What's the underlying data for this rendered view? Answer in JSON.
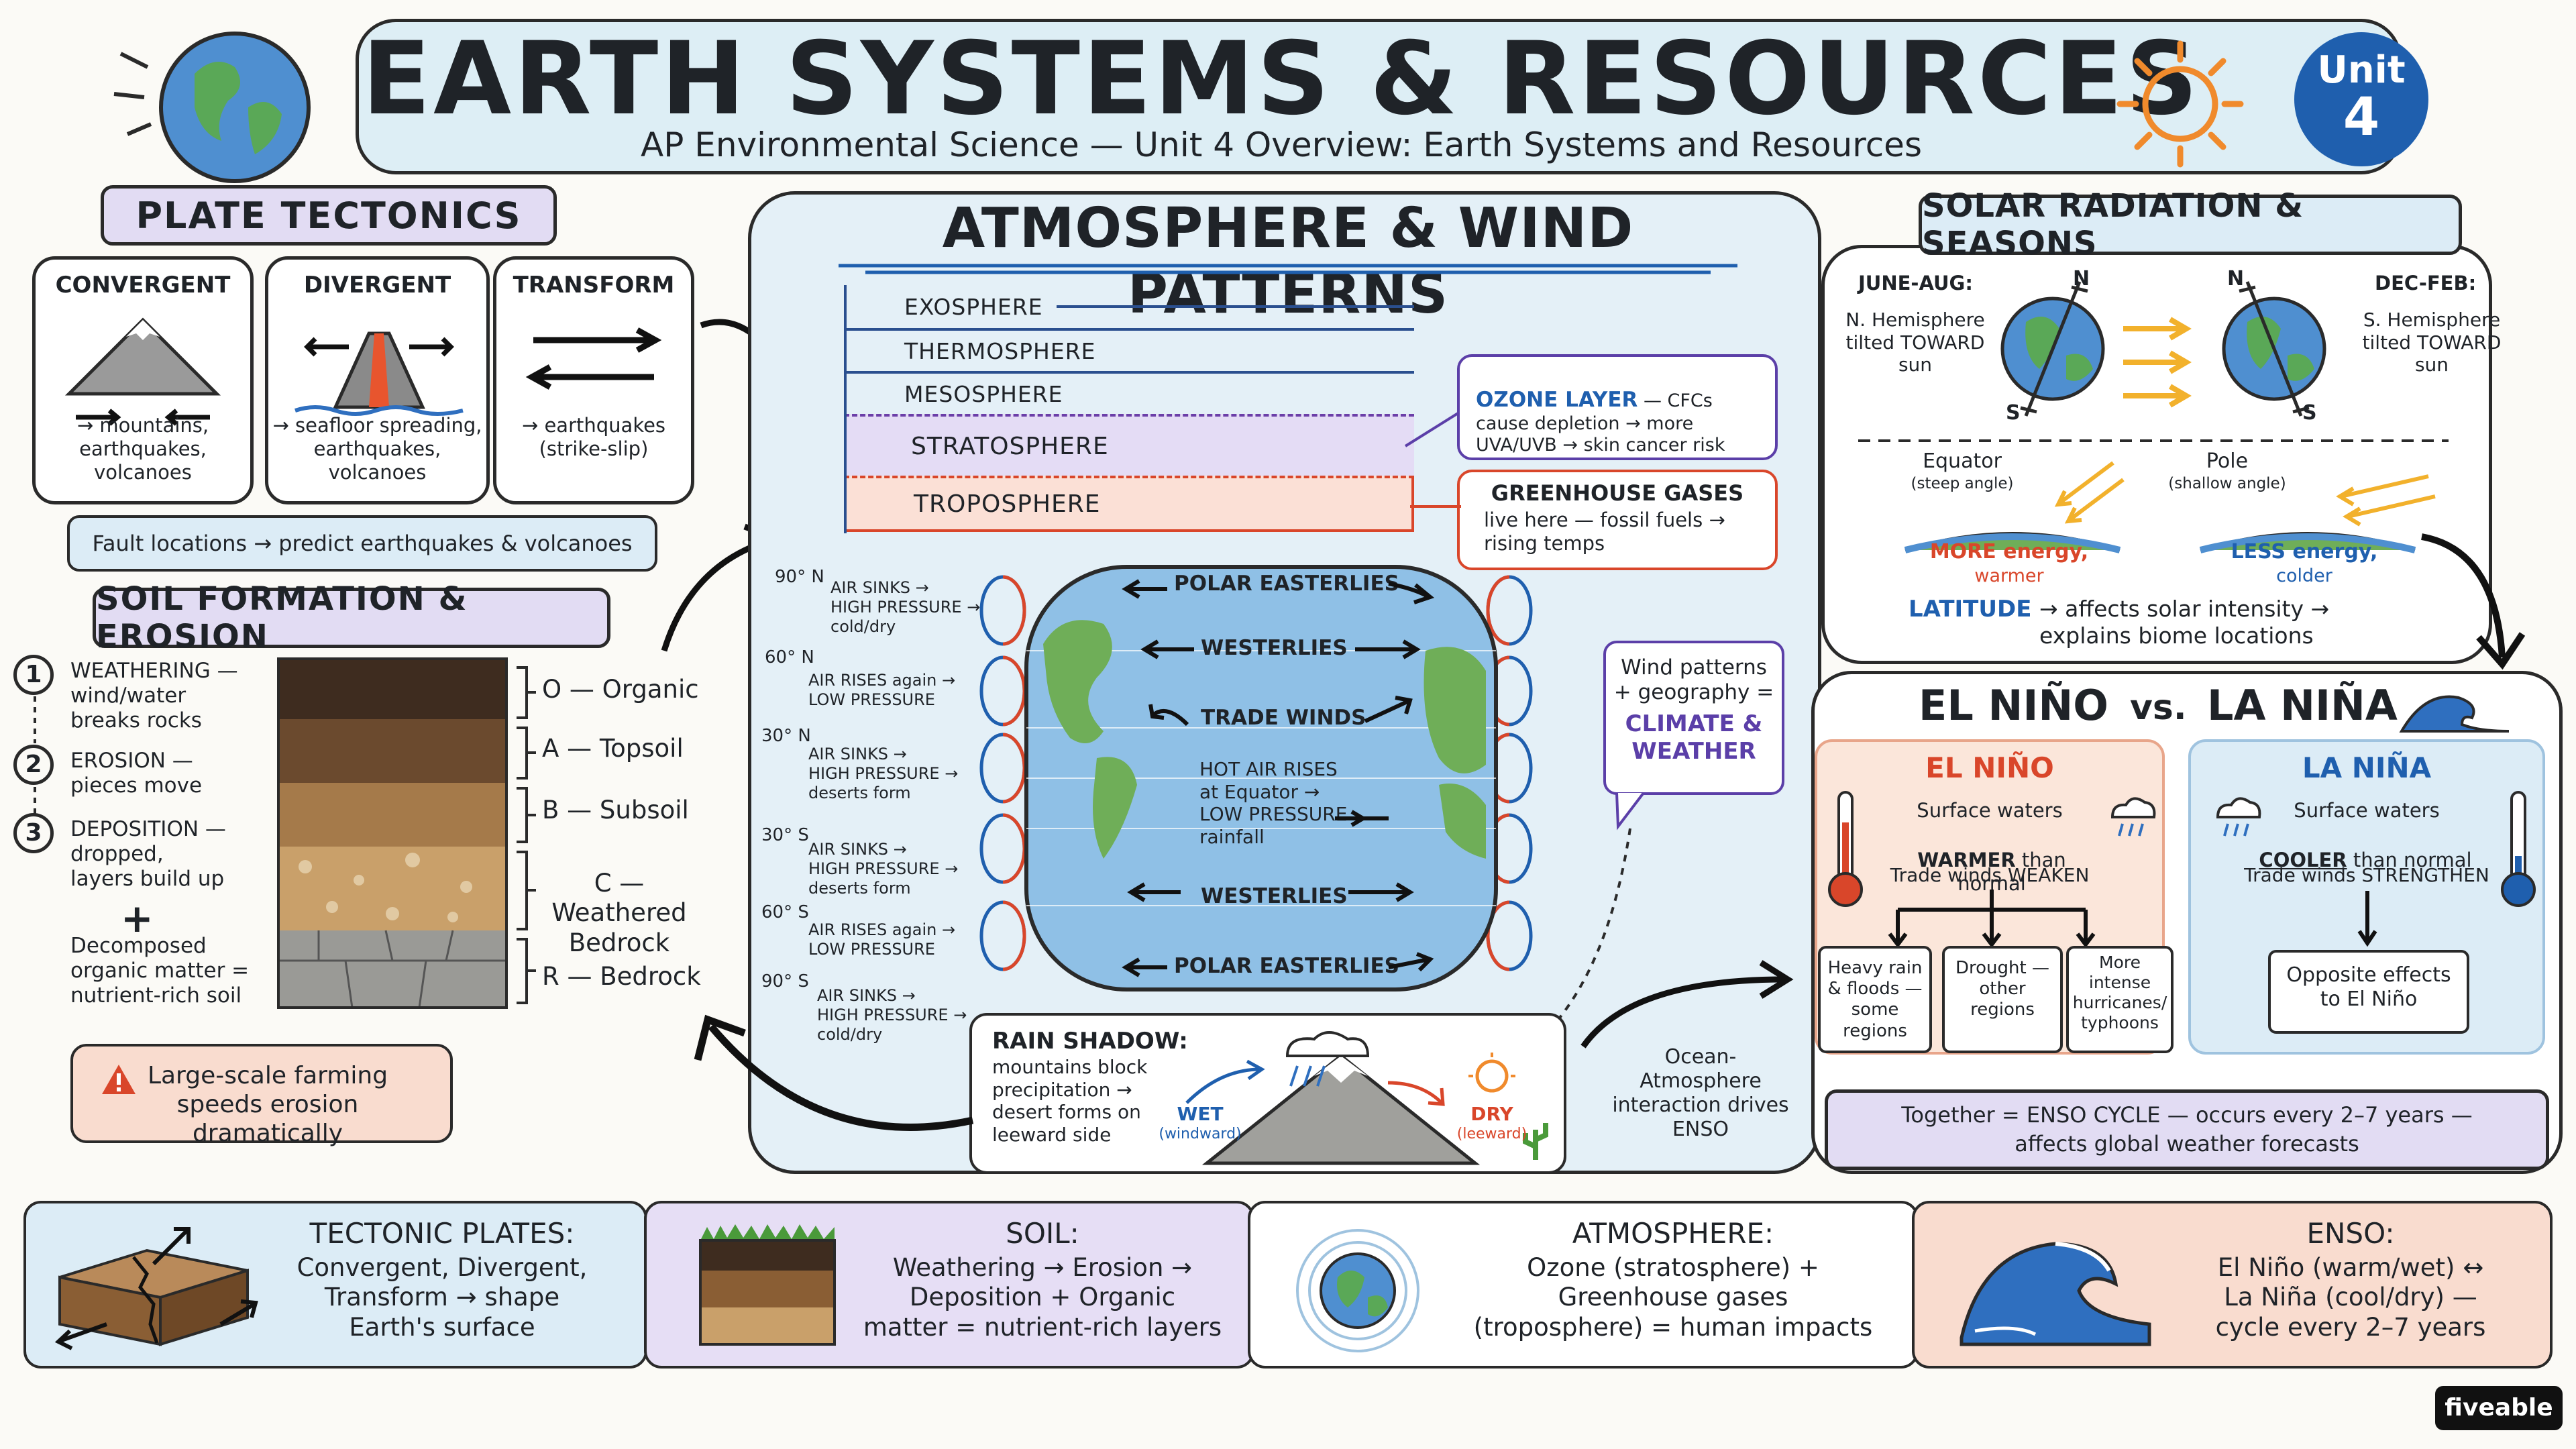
{
  "header": {
    "title": "EARTH SYSTEMS & RESOURCES",
    "subtitle": "AP Environmental Science — Unit 4 Overview: Earth Systems and Resources",
    "unit_label": "Unit",
    "unit_number": "4"
  },
  "plate_tectonics": {
    "heading": "PLATE TECTONICS",
    "convergent": {
      "title": "CONVERGENT",
      "desc": "→ mountains,\nearthquakes,\nvolcanoes"
    },
    "divergent": {
      "title": "DIVERGENT",
      "desc": "→ seafloor spreading,\nearthquakes,\nvolcanoes"
    },
    "transform": {
      "title": "TRANSFORM",
      "desc": "→ earthquakes\n(strike-slip)"
    },
    "fault_note": "Fault locations → predict earthquakes & volcanoes"
  },
  "soil": {
    "heading": "SOIL FORMATION & EROSION",
    "steps": [
      {
        "num": "1",
        "text": "WEATHERING —\nwind/water\nbreaks rocks"
      },
      {
        "num": "2",
        "text": "EROSION —\npieces move"
      },
      {
        "num": "3",
        "text": "DEPOSITION —\ndropped,\nlayers build up"
      }
    ],
    "plus": "+",
    "decomposed": "Decomposed\norganic matter =\nnutrient-rich soil",
    "horizons": [
      "O — Organic",
      "A — Topsoil",
      "B — Subsoil",
      "C — Weathered\nBedrock",
      "R — Bedrock"
    ],
    "warning": "Large-scale farming\nspeeds erosion dramatically"
  },
  "atmosphere": {
    "heading": "ATMOSPHERE & WIND PATTERNS",
    "layers": [
      "EXOSPHERE",
      "THERMOSPHERE",
      "MESOSPHERE",
      "STRATOSPHERE",
      "TROPOSPHERE"
    ],
    "ozone": {
      "title": "OZONE LAYER",
      "text": " — CFCs\ncause depletion → more\nUVA/UVB → skin cancer risk"
    },
    "greenhouse": {
      "title": "GREENHOUSE GASES",
      "text": "live here — fossil fuels →\nrising temps"
    },
    "latitudes": [
      "90° N",
      "60° N",
      "30° N",
      "30° S",
      "60° S",
      "90° S"
    ],
    "cell_notes": [
      "AIR SINKS →\nHIGH PRESSURE →\ncold/dry",
      "AIR RISES again →\nLOW PRESSURE",
      "AIR SINKS →\nHIGH PRESSURE →\ndeserts form",
      "AIR SINKS →\nHIGH PRESSURE →\ndeserts form",
      "AIR RISES again →\nLOW PRESSURE",
      "AIR SINKS →\nHIGH PRESSURE →\ncold/dry"
    ],
    "winds": [
      "POLAR EASTERLIES",
      "WESTERLIES",
      "TRADE WINDS",
      "HOT AIR RISES\nat Equator →\nLOW PRESSURE\nrainfall",
      "WESTERLIES",
      "POLAR EASTERLIES"
    ],
    "climate_note": {
      "text": "Wind patterns\n+ geography =",
      "highlight": "CLIMATE &\nWEATHER"
    },
    "rain_shadow": {
      "title": "RAIN SHADOW:",
      "text": "mountains block\nprecipitation →\ndesert forms on\nleeward side",
      "wet": "WET",
      "wet_sub": "(windward)",
      "dry": "DRY",
      "dry_sub": "(leeward)"
    },
    "enso_driver": "Ocean-Atmosphere\ninteraction drives\nENSO"
  },
  "solar": {
    "heading": "SOLAR RADIATION & SEASONS",
    "june": "JUNE-AUG:",
    "june_text": "N. Hemisphere\ntilted TOWARD\nsun",
    "dec": "DEC-FEB:",
    "dec_text": "S. Hemisphere\ntilted TOWARD\nsun",
    "pole_n": "N",
    "pole_s": "S",
    "equator": "Equator",
    "equator_sub": "(steep angle)",
    "pole": "Pole",
    "pole_sub": "(shallow angle)",
    "more_energy": "MORE energy,",
    "warmer": "warmer",
    "less_energy": "LESS energy,",
    "colder": "colder",
    "latitude_word": "LATITUDE",
    "latitude_text": "→ affects solar intensity →\nexplains biome locations"
  },
  "enso": {
    "heading_el": "EL NIÑO",
    "heading_vs": "vs.",
    "heading_la": "LA NIÑA",
    "el_nino": {
      "title": "EL NIÑO",
      "text": "Surface waters",
      "warmer": "WARMER",
      "than": "than normal",
      "trade": "Trade winds WEAKEN",
      "effects": [
        "Heavy rain\n& floods —\nsome regions",
        "Drought —\nother\nregions",
        "More\nintense\nhurricanes/\ntyphoons"
      ]
    },
    "la_nina": {
      "title": "LA NIÑA",
      "text": "Surface waters",
      "cooler": "COOLER",
      "than": "than normal",
      "trade": "Trade winds STRENGTHEN",
      "effect": "Opposite effects\nto El Niño"
    },
    "cycle": "Together = ENSO CYCLE — occurs every 2–7 years —\naffects global weather forecasts"
  },
  "summary": [
    {
      "title": "TECTONIC PLATES:",
      "text": "Convergent, Divergent,\nTransform → shape\nEarth's surface"
    },
    {
      "title": "SOIL:",
      "text": "Weathering → Erosion →\nDeposition + Organic\nmatter = nutrient-rich layers"
    },
    {
      "title": "ATMOSPHERE:",
      "text": "Ozone (stratosphere) +\nGreenhouse gases\n(troposphere) = human impacts"
    },
    {
      "title": "ENSO:",
      "text": "El Niño (warm/wet) ↔\nLa Niña (cool/dry) —\ncycle every 2–7 years"
    }
  ],
  "brand": "fiveable",
  "colors": {
    "header_bg": "#ddeef5",
    "lavender": "#e2dcf3",
    "peach": "#f9dccf",
    "light_blue": "#dcecf6",
    "accent_blue": "#1f5fae",
    "accent_red": "#d9462a",
    "purple": "#5b3fa8"
  }
}
